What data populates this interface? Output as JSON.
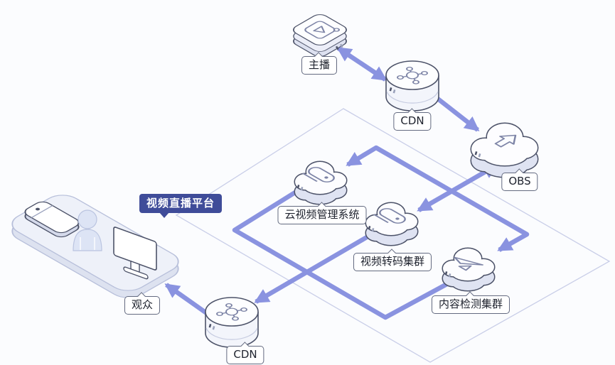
{
  "diagram": {
    "badge": {
      "label": "视频直播平台"
    },
    "nodes": [
      {
        "id": "anchor",
        "label": "主播",
        "icon": "play-cube-icon"
      },
      {
        "id": "cdn-top",
        "label": "CDN",
        "icon": "network-icon"
      },
      {
        "id": "obs",
        "label": "OBS",
        "icon": "upload-arrow-icon"
      },
      {
        "id": "video-mgmt",
        "label": "云视频管理系统",
        "icon": "media-capsule-icon"
      },
      {
        "id": "transcode",
        "label": "视频转码集群",
        "icon": "media-capsule-icon"
      },
      {
        "id": "content-detect",
        "label": "内容检测集群",
        "icon": "send-icon"
      },
      {
        "id": "cdn-bottom",
        "label": "CDN",
        "icon": "network-icon"
      },
      {
        "id": "audience",
        "label": "观众",
        "icon": "audience-devices-icon"
      }
    ],
    "edges": [
      {
        "from": "anchor",
        "to": "cdn-top",
        "arrows": "both"
      },
      {
        "from": "cdn-top",
        "to": "obs",
        "arrows": "end"
      },
      {
        "from": "transcode",
        "to": "obs",
        "arrows": "both"
      },
      {
        "from": "video-mgmt",
        "to": "content-detect",
        "arrows": "both",
        "route": "upper-elbow"
      },
      {
        "from": "video-mgmt",
        "to": "content-detect",
        "arrows": "none",
        "route": "lower-elbow"
      },
      {
        "from": "transcode",
        "to": "cdn-bottom",
        "arrows": "end"
      },
      {
        "from": "cdn-bottom",
        "to": "audience",
        "arrows": "end"
      }
    ],
    "colors": {
      "arrow": "#8a93e0",
      "badge_bg": "#3f4c99",
      "node_outline": "#4c5268",
      "boundary": "#c9cee8",
      "background": "#fbfcfe"
    }
  }
}
